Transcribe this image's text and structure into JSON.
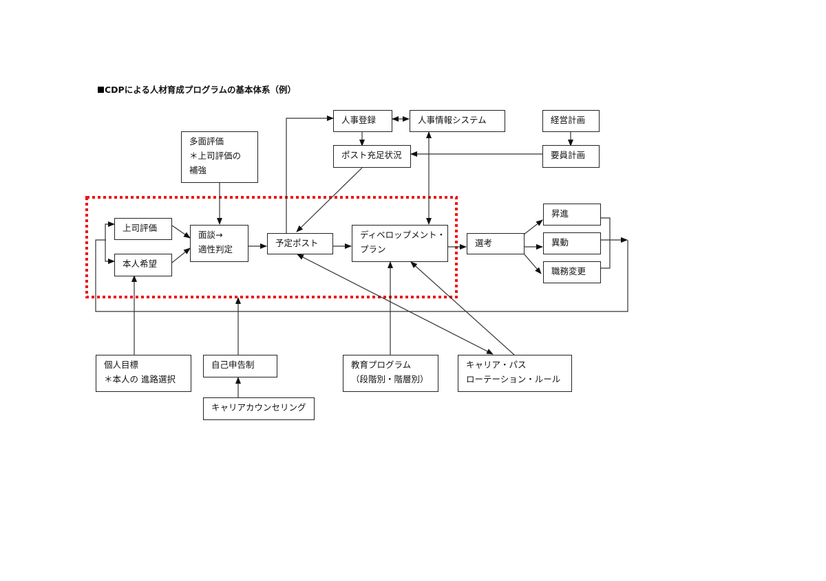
{
  "title": "CDPによる人材育成プログラムの基本体系（例）",
  "colors": {
    "line": "#333333",
    "dotted_frame": "#ee1111",
    "box_border": "#222222"
  },
  "nodes": {
    "jinji_touroku": {
      "lines": [
        "人事登録"
      ]
    },
    "jinji_jouhou": {
      "lines": [
        "人事情報システム"
      ]
    },
    "keiei_keikaku": {
      "lines": [
        "経営計画"
      ]
    },
    "post_juusoku": {
      "lines": [
        "ポスト充足状況"
      ]
    },
    "youin_keikaku": {
      "lines": [
        "要員計画"
      ]
    },
    "tamen_hyouka": {
      "lines": [
        "多面評価",
        "＊上司評価の",
        "補強"
      ]
    },
    "joushi_hyouka": {
      "lines": [
        "上司評価"
      ]
    },
    "honnin_kibou": {
      "lines": [
        "本人希望"
      ]
    },
    "mendan": {
      "lines": [
        "面談→",
        "適性判定"
      ]
    },
    "yotei_post": {
      "lines": [
        "予定ポスト"
      ]
    },
    "development_plan": {
      "lines": [
        "ディベロップメント・",
        "プラン"
      ]
    },
    "senkou": {
      "lines": [
        "選考"
      ]
    },
    "shoushin": {
      "lines": [
        "昇進"
      ]
    },
    "idou": {
      "lines": [
        "異動"
      ]
    },
    "shokumu_henkou": {
      "lines": [
        "職務変更"
      ]
    },
    "kojin_mokuhyou": {
      "lines": [
        "個人目標",
        "＊本人の 進路選択"
      ]
    },
    "jiko_shinkoku": {
      "lines": [
        "自己申告制"
      ]
    },
    "career_counseling": {
      "lines": [
        "キャリアカウンセリング"
      ]
    },
    "kyouiku_program": {
      "lines": [
        "教育プログラム",
        "（段階別・階層別）"
      ]
    },
    "career_path": {
      "lines": [
        "キャリア・パス",
        "ローテーション・ルール"
      ]
    }
  },
  "edges": [
    {
      "from": "jinji_touroku",
      "to": "jinji_jouhou",
      "bidirectional": true
    },
    {
      "from": "jinji_touroku",
      "to": "post_juusoku"
    },
    {
      "from": "keiei_keikaku",
      "to": "youin_keikaku"
    },
    {
      "from": "youin_keikaku",
      "to": "post_juusoku"
    },
    {
      "from": "post_juusoku",
      "to": "yotei_post"
    },
    {
      "from": "yotei_post",
      "to": "jinji_touroku"
    },
    {
      "from": "jinji_jouhou",
      "to": "development_plan",
      "bidirectional": true
    },
    {
      "from": "tamen_hyouka",
      "to": "mendan"
    },
    {
      "from": "joushi_hyouka",
      "to": "mendan"
    },
    {
      "from": "honnin_kibou",
      "to": "mendan"
    },
    {
      "from": "mendan",
      "to": "yotei_post"
    },
    {
      "from": "yotei_post",
      "to": "development_plan"
    },
    {
      "from": "development_plan",
      "to": "senkou"
    },
    {
      "from": "senkou",
      "to": "shoushin"
    },
    {
      "from": "senkou",
      "to": "idou"
    },
    {
      "from": "senkou",
      "to": "shokumu_henkou"
    },
    {
      "from": "kojin_mokuhyou",
      "to": "honnin_kibou"
    },
    {
      "from": "jiko_shinkoku",
      "to": "dotted_frame"
    },
    {
      "from": "career_counseling",
      "to": "jiko_shinkoku"
    },
    {
      "from": "kyouiku_program",
      "to": "development_plan"
    },
    {
      "from": "career_path",
      "to": "development_plan"
    },
    {
      "from": "career_path",
      "to": "yotei_post",
      "bidirectional": true
    },
    {
      "from": "results",
      "to": "joushi_hyouka",
      "note": "feedback loop"
    },
    {
      "from": "results",
      "to": "honnin_kibou",
      "note": "feedback loop"
    }
  ]
}
